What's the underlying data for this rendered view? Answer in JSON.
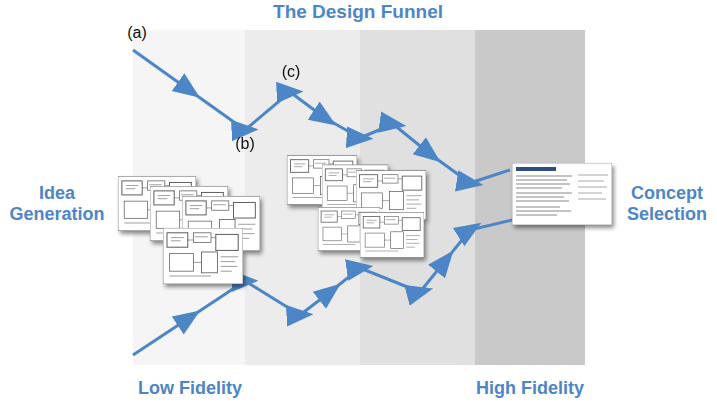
{
  "diagram": {
    "title": "The Design Funnel",
    "labels": [
      "(a)",
      "(b)",
      "(c)",
      "Idea Generation",
      "Concept Selection",
      "Low Fidelity",
      "High Fidelity"
    ]
  }
}
